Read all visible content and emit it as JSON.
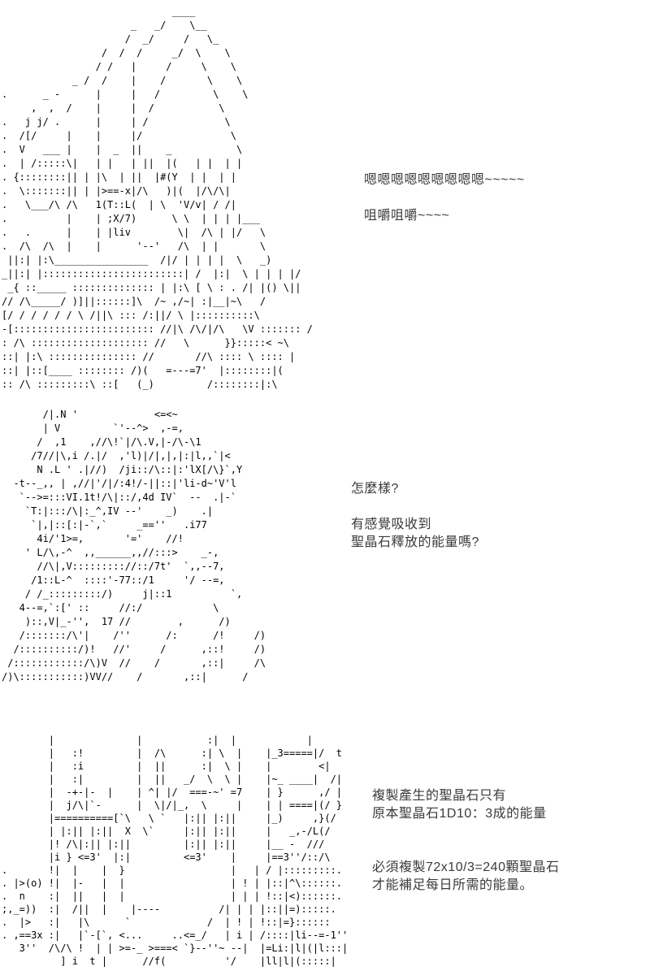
{
  "page": {
    "background": "#ffffff",
    "aa_color": "#000000",
    "text_color": "#3b3b3b"
  },
  "dialogues": [
    {
      "name": "dialogue-eating",
      "lines": [
        "嗯嗯嗯嗯嗯嗯嗯嗯嗯~~~~~",
        "",
        "咀嚼咀嚼~~~~"
      ]
    },
    {
      "name": "dialogue-question",
      "lines": [
        "怎麼樣?",
        "",
        "有感覺吸收到",
        "聖晶石釋放的能量嗎?"
      ]
    },
    {
      "name": "dialogue-explanation",
      "lines": [
        "複製產生的聖晶石只有",
        "原本聖晶石1D10：3成的能量",
        "",
        "",
        "必須複製72x10/3=240顆聖晶石",
        "才能補足每日所需的能量。"
      ]
    }
  ],
  "ascii_art": {
    "panel1": {
      "description": "ascii-art-character-eating",
      "lines": [
        "                             ____",
        "                      _   _/    \\__",
        "                     /  _/     /   \\_",
        "                 /  /  /     _/  \\    \\",
        "                / /   |     /     \\    \\",
        "            _ /  /    |    /       \\    \\",
        ".      _ -      |     |   /         \\    \\",
        "     ,  ,  /    |     |  /           \\",
        ".   j j/ .      |     | /             \\",
        ".  /[/     |    |     |/               \\",
        ".  V   ___ |    |  _  ||    _           \\",
        ".  | /:::::\\|   | |   | ||  |(   | |  | |",
        ". {::::::::|| | |\\  | ||  |#(Y  | |  | |",
        ".  \\:::::::|| | |>==-x|/\\   )|(  |/\\/\\|",
        ".   \\___/\\ /\\   1(T::L(  | \\  'V/v| / /|",
        ".          |    | ;X/7)      \\ \\  | | | |___",
        ".   .      |    | |liv        \\|  /\\ | |/   \\",
        ".  /\\  /\\  |    |      '--'   /\\  | |       \\",
        " ||:| |:\\________________  /|/ | | | |  \\   _)",
        "_||:| |::::::::::::::::::::::::| /  |:|  \\ | | | |/",
        " _{ ::_____ :::::::::::::: | |:\\ [ \\ : . /| |() \\||",
        "// /\\_____/ )]||::::::]\\  /~ ,/~| :|__|~\\   /",
        "[/ / / / / / \\ /||\\ ::: /:||/ \\ |::::::::::\\",
        "-[:::::::::::::::::::::::: //|\\ /\\/|/\\   \\V ::::::: /",
        ": /\\ :::::::::::::::::::: //   \\      }}:::::< ~\\",
        "::| |:\\ ::::::::::::::: //       //\\ :::: \\ :::: |",
        "::| |::[____ :::::::: /)(   =---=7'  |::::::::|(",
        ":: /\\ :::::::::\\ ::[   (_)         /::::::::|:\\"
      ]
    },
    "panel2": {
      "description": "ascii-art-character-talking",
      "lines": [
        "       /|.N '             <=<~",
        "       | V         `'--^>  ,-=,",
        "      /  ,1    ,//\\!`|/\\.V,|-/\\-\\1",
        "     /7//|\\,i /.|/  ,'l)|/|,|,|:|l,,`|<",
        "      N .L ' .|//)  /ji::/\\::|:'lX[/\\}`,Y",
        "  -t--_,, | ,//|'/|/:4!/-||::|'li-d~'V'l",
        "   `-->=:::VI.1t!/\\|::/,4d IV`  --  .|-`",
        "    `T:|:::/\\|:_^,IV --'    _)    .|",
        "     `|,|::[:|-`,`     _==''   .i77",
        "      4i/'1>=,       '='    //!",
        "    ' L/\\,-^  ,,______,,//:::>    _-,",
        "      //\\|,V::::::::://::/7t'  `,,--7,",
        "     /1::L-^  ::::'-77::/1     '/ --=,",
        "    / /_:::::::::/)     j|::1          `,",
        "   4--=,`:[' ::     //:/            \\",
        "    )::,V|_-'',  17 //        ,      /)",
        "   /:::::::/\\'|    /''      /:      /!     /)",
        "  /::::::::::/)!   //'     /      ,::!     /)",
        " /::::::::::::/\\)V  //    /       ,::|     /\\",
        "/)\\:::::::::::)VV//    /       ,::|      /"
      ]
    },
    "panel3": {
      "description": "ascii-art-scene-bottom",
      "lines": [
        "        |              |           :|  |            |",
        "        |   :!         |  /\\      :| \\  |    |_3=====|/  t",
        "        |   :i         |  ||      :|  \\ |    |        <|",
        "        |   :|         |  ||   _/  \\  \\ |    |~_ ____|  /|",
        "        |  -+-|-  |    | ^| |/  ===-~' =7    | }      ,/ |",
        "        |  j/\\|`-      |  \\|/|_,  \\     |    | | ====|(/ }",
        "        |==========[`\\   \\ `   |:|| |:||     |_)     ,}(/",
        "        | |:|| |:||  X  \\`     |:|| |:||     |   _,-/L(/",
        "        |! /\\|:|| |:||         |:|| |:||     |__ -  ///",
        "        |i } <=3'  |:|         <=3'    |     |==3''/::/\\",
        ".       !|  |    |  }                  |   | / |:::::::::.",
        ". |>(o) !|  |-   |  |                  | ! | |::|^\\::::::.",
        ".  n    :|  ||   |  |                  | | | !::|<)::::::.",
        ";,_=))  :|  /||  |    |----          /| | | |::||=):::::.",
        ".  |>   :|   |\\      `             /  | ! | !::|=}::::::",
        ". ,==3x :|   |`-[`, <...     ..<=_/   | i | /::::|li--=-1''",
        "   3''  /\\/\\ !  | | >=-_ >===< `}--''~ --|  |=Li:|l|(|l:::|",
        "          ] i  t |      //f(          '/    |ll|l|(:::::|"
      ]
    }
  }
}
